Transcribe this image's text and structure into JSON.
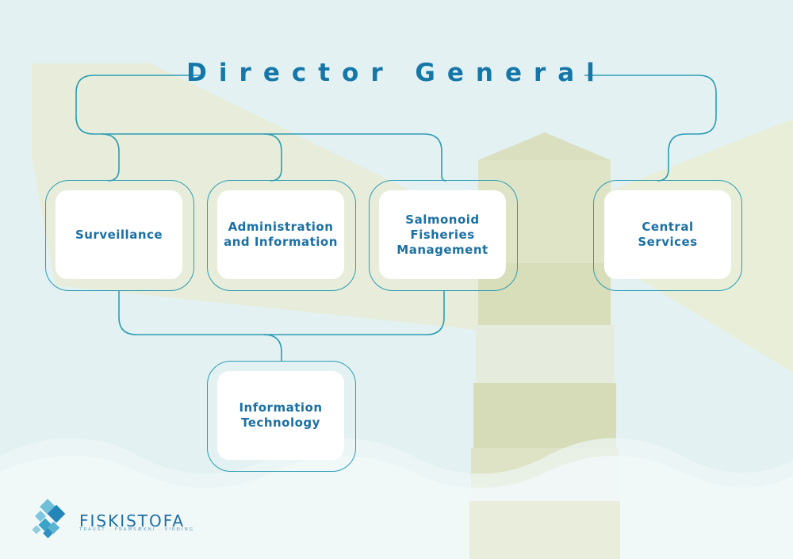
{
  "title": "Director General",
  "units": {
    "surveillance": "Surveillance",
    "administration": "Administration\nand Information",
    "salmonoid": "Salmonoid\nFisheries\nManagement",
    "central": "Central\nServices",
    "it": "Information\nTechnology"
  },
  "logo": {
    "name": "FISKISTOFA",
    "tagline": "TRAUST · FRAMSÆKNI · VIRÐING"
  },
  "colors": {
    "line": "#2d9db4",
    "text": "#1577a8",
    "background": "#e3f1f2"
  }
}
